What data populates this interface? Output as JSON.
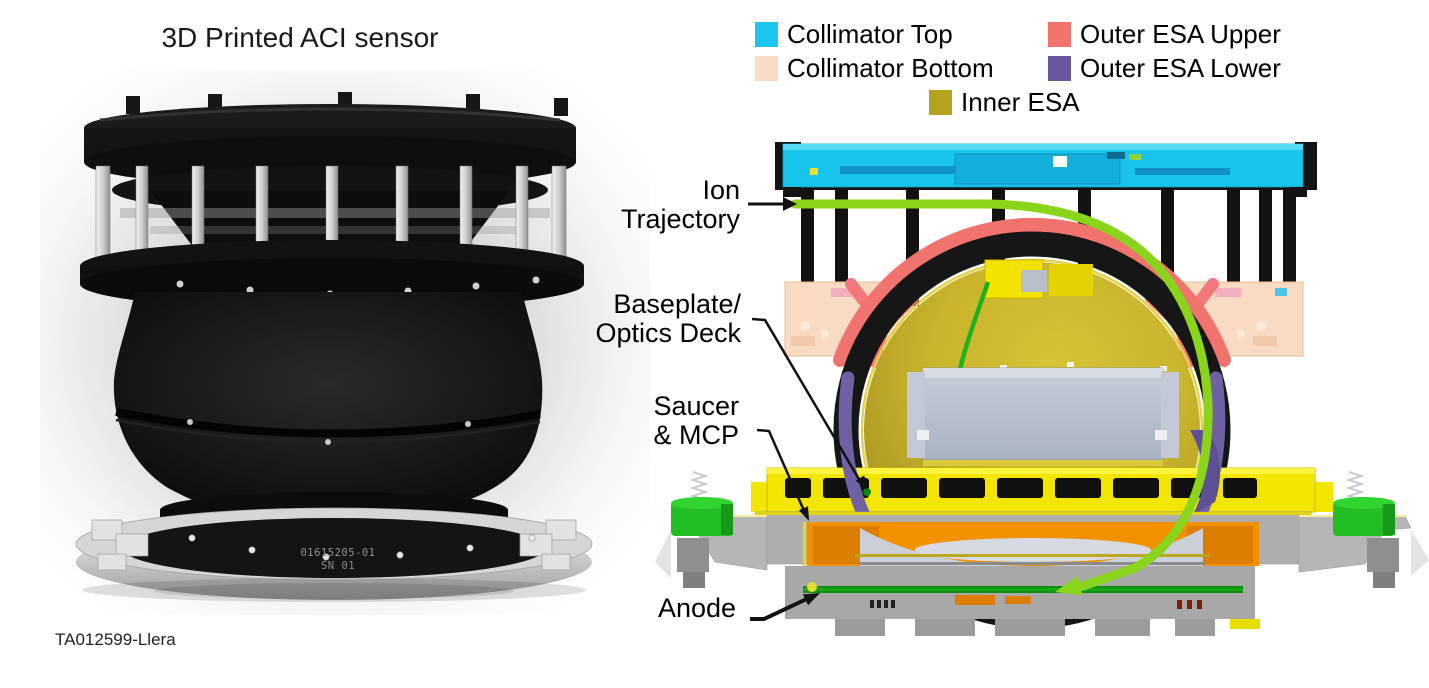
{
  "left_panel": {
    "title": "3D Printed ACI sensor",
    "caption": "TA012599-Llera",
    "engraving_line1": "01615205-01",
    "engraving_line2": "SN 01"
  },
  "legend": {
    "items": [
      {
        "label": "Collimator Top",
        "color": "#1BC6EE"
      },
      {
        "label": "Collimator Bottom",
        "color": "#F8DCC3"
      },
      {
        "label": "Inner ESA",
        "color": "#B5A21D"
      },
      {
        "label": "Outer ESA Upper",
        "color": "#F1736E"
      },
      {
        "label": "Outer ESA Lower",
        "color": "#68599F"
      }
    ]
  },
  "labels": {
    "ion_line1": "Ion",
    "ion_line2": "Trajectory",
    "baseplate_line1": "Baseplate/",
    "baseplate_line2": "Optics Deck",
    "saucer_line1": "Saucer",
    "saucer_line2": "& MCP",
    "anode": "Anode"
  },
  "colors": {
    "collimator_top": "#1BC6EE",
    "collimator_bottom": "#F8DCC3",
    "outer_esa_upper": "#F1736E",
    "outer_esa_lower": "#68599F",
    "inner_esa": "#C9B42C",
    "ion_trajectory": "#8BD41C",
    "anode_pcb": "#0F8F12",
    "mcp_stack": "#F29100",
    "structure_gray": "#AEAEAE",
    "bushing_green": "#23BE23",
    "deck_yellow": "#F2E600"
  }
}
